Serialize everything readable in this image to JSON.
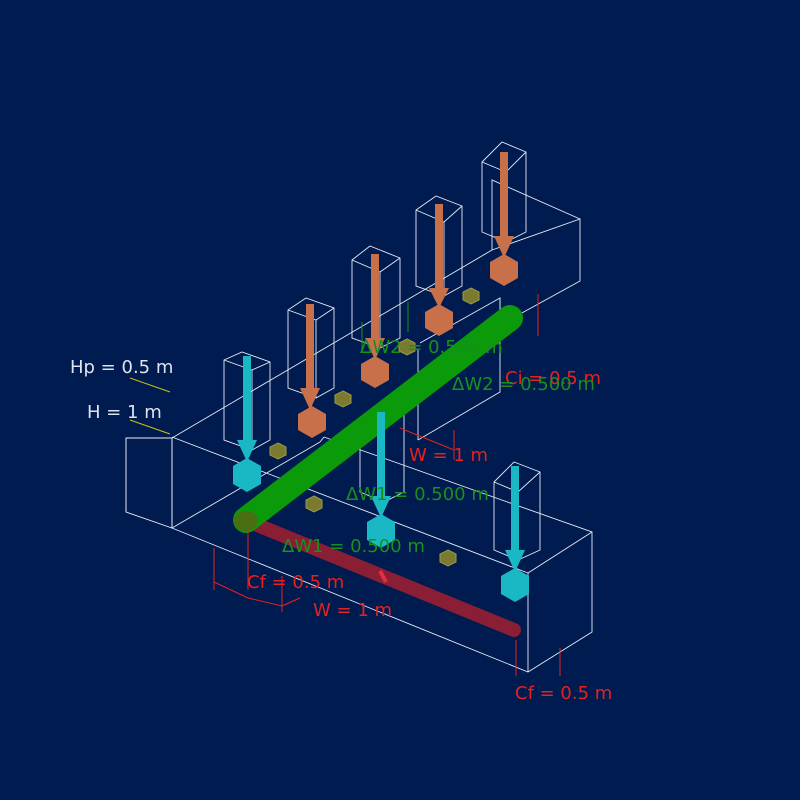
{
  "colors": {
    "background": "#001b50",
    "wireframe": "#e8ecf5",
    "pipe_main": "#0a9a0a",
    "pipe_front": "#8a1e34",
    "load_orange": "#c8704a",
    "load_cyan": "#1ab8c4",
    "node_olive": "#7a7a30",
    "label_red": "#e8201e",
    "label_green": "#18901e",
    "label_white": "#dfe3ee"
  },
  "labels": {
    "hp": "Hp = 0.5 m",
    "h": "H = 1 m",
    "dw_top": "ΔW2 = 0.500 m",
    "ci": "Ci = 0.5 m",
    "dw_right": "ΔW2 = 0.500 m",
    "w_back": "W = 1 m",
    "dw_mid": "ΔW1 = 0.500 m",
    "dw_front": "ΔW1 = 0.500 m",
    "cf_left": "Cf = 0.5 m",
    "w_front": "W = 1 m",
    "cf_right": "Cf = 0.5 m"
  }
}
